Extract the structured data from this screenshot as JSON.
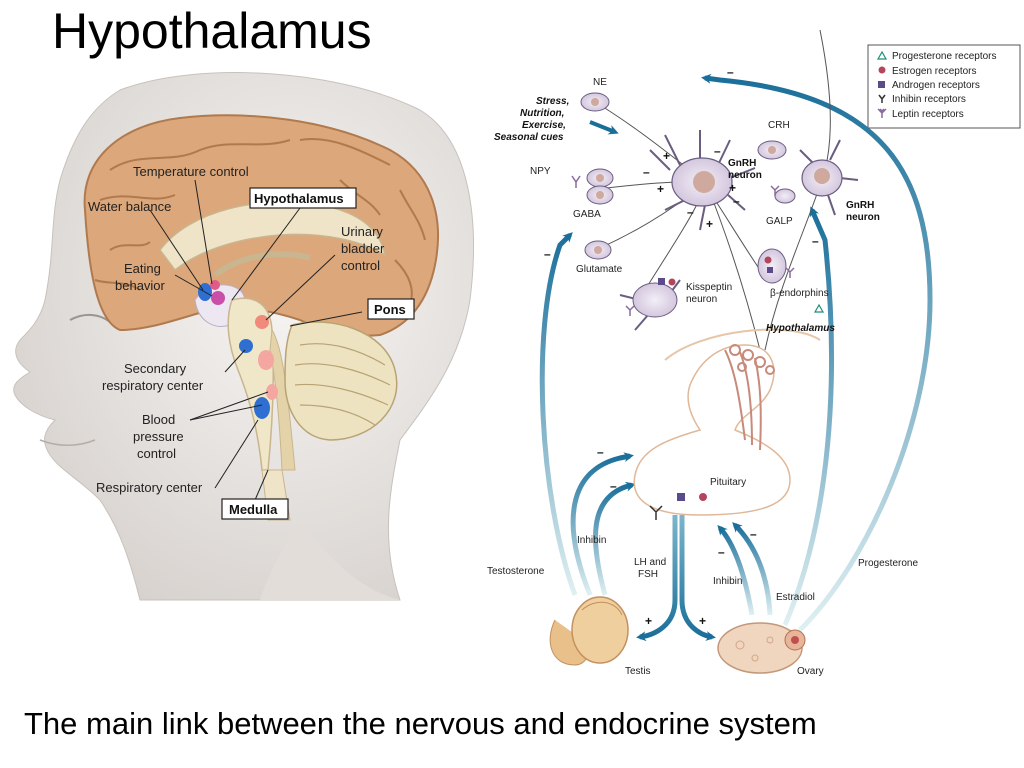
{
  "title": "Hypothalamus",
  "subtitle": "The main link between the nervous and endocrine system",
  "brain_figure": {
    "labels": {
      "temperature_control": "Temperature control",
      "water_balance": "Water balance",
      "hypothalamus": "Hypothalamus",
      "eating_1": "Eating",
      "eating_2": "behavior",
      "urinary_1": "Urinary",
      "urinary_2": "bladder",
      "urinary_3": "control",
      "pons": "Pons",
      "secondary_1": "Secondary",
      "secondary_2": "respiratory center",
      "blood_1": "Blood",
      "blood_2": "pressure",
      "blood_3": "control",
      "respiratory_center": "Respiratory center",
      "medulla": "Medulla"
    }
  },
  "axis_figure": {
    "legend": {
      "progesterone": "Progesterone receptors",
      "estrogen": "Estrogen receptors",
      "androgen": "Androgen receptors",
      "inhibin": "Inhibin receptors",
      "leptin": "Leptin receptors"
    },
    "labels": {
      "ne": "NE",
      "stress_1": "Stress,",
      "stress_2": "Nutrition,",
      "stress_3": "Exercise,",
      "stress_4": "Seasonal cues",
      "crh": "CRH",
      "gnrh_1": "GnRH",
      "gnrh_2": "neuron",
      "gnrh_right_1": "GnRH",
      "gnrh_right_2": "neuron",
      "npy": "NPY",
      "gaba": "GABA",
      "galp": "GALP",
      "glutamate": "Glutamate",
      "kisspeptin_1": "Kisspeptin",
      "kisspeptin_2": "neuron",
      "beta_endorphins": "β-endorphins",
      "hypothalamus": "Hypothalamus",
      "pituitary": "Pituitary",
      "inhibin_left": "Inhibin",
      "testosterone": "Testosterone",
      "lh_1": "LH and",
      "lh_2": "FSH",
      "inhibin_right": "Inhibin",
      "estradiol": "Estradiol",
      "progesterone": "Progesterone",
      "testis": "Testis",
      "ovary": "Ovary"
    },
    "signs": {
      "minus": "–",
      "plus": "+"
    }
  },
  "colors": {
    "arrow_blue": "#1a6f9a",
    "arrow_light": "#bfe0e6",
    "brain_tan": "#dca77a",
    "skin": "#f1eeec",
    "neuron_fill": "#e6dcec",
    "nucleus": "#cfa99d"
  }
}
